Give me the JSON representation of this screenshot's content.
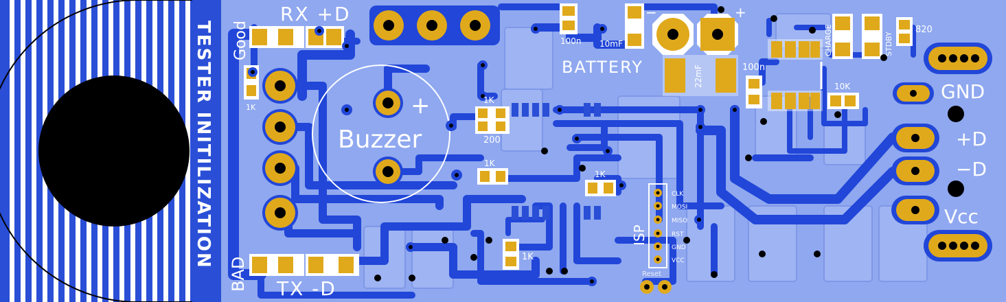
{
  "board": {
    "title": "TESTER INITILIZATION",
    "colors": {
      "substrate": "#2a4fd6",
      "copper_fill": "#8fa8ef",
      "trace": "#2146d8",
      "trace_dark": "#1537c0",
      "pad_gold": "#e0a91c",
      "silkscreen": "#ffffff",
      "hole": "#000000"
    }
  },
  "labels": {
    "good": "Good",
    "bad": "BAD",
    "rx_d": "RX +D",
    "tx_d": "TX -D",
    "buzzer": "Buzzer",
    "buzzer_plus": "+",
    "battery": "BATTERY",
    "battery_minus": "−",
    "battery_plus": "+",
    "isp": "ISP",
    "charge": "CHARGE",
    "stdby": "STDBY",
    "reset": "Reset"
  },
  "components": {
    "r_good": "1K",
    "r_1k_a": "1K",
    "r_200": "200",
    "r_1k_b": "1K",
    "r_1k_c": "1K",
    "r_1k_d": "1K",
    "c_100n_a": "100n",
    "c_10mf": "10mF",
    "c_22mf": "22mF",
    "c_100n_b": "100n",
    "r_10k": "10K",
    "r_820": "820"
  },
  "isp_pins": [
    "CLK",
    "MOSI",
    "MISO",
    "RST",
    "GND",
    "VCC"
  ],
  "usb_pins": {
    "gnd": "GND",
    "plus_d": "+D",
    "minus_d": "−D",
    "vcc": "Vcc"
  }
}
